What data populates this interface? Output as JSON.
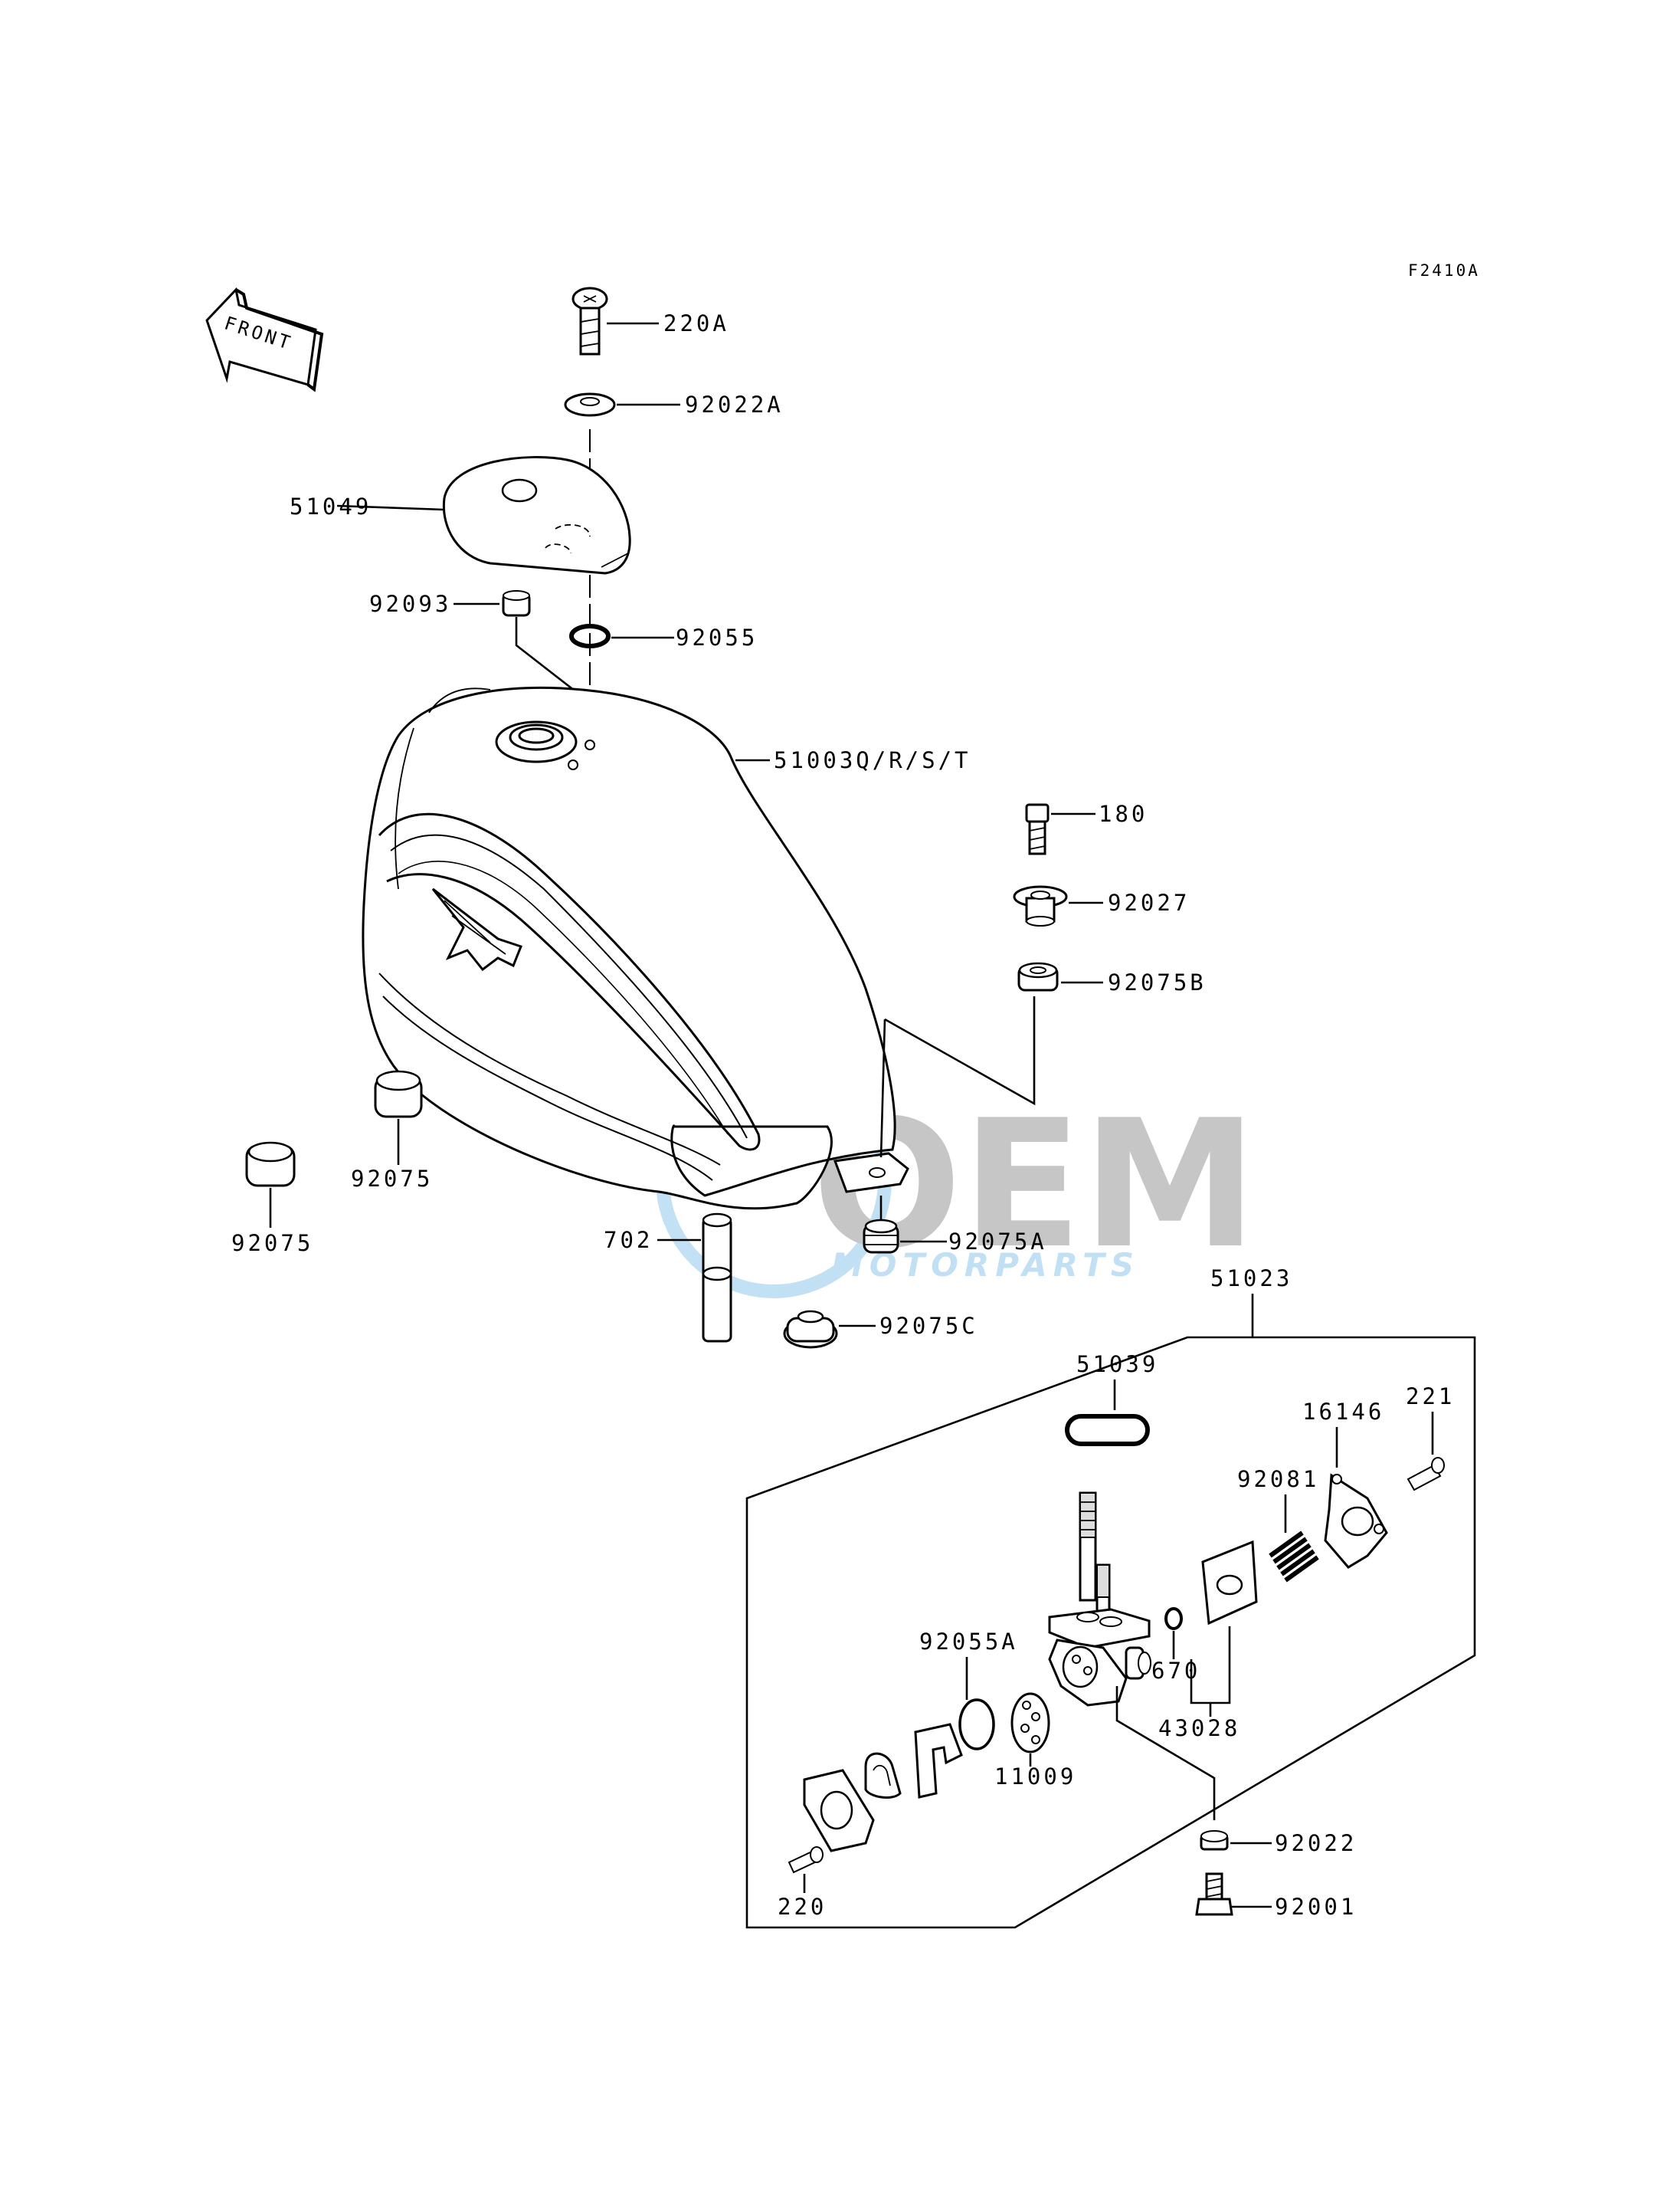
{
  "diagram_code": "F2410A",
  "front_arrow_label": "FRONT",
  "watermark": {
    "brand": "OEM",
    "sub": "MOTORPARTS",
    "color": "#4aa3df"
  },
  "labels": {
    "p220A": "220A",
    "p92022A": "92022A",
    "p51049": "51049",
    "p92093": "92093",
    "p92055": "92055",
    "p51003": "51003Q/R/S/T",
    "p180": "180",
    "p92027": "92027",
    "p92075B": "92075B",
    "p92075_left": "92075",
    "p92075_right": "92075",
    "p702": "702",
    "p92075A": "92075A",
    "p92075C": "92075C",
    "p51023": "51023",
    "p51039": "51039",
    "p221": "221",
    "p16146": "16146",
    "p92081": "92081",
    "p670": "670",
    "p43028": "43028",
    "p92055A": "92055A",
    "p11009": "11009",
    "p92022": "92022",
    "p92001": "92001",
    "p220": "220"
  }
}
